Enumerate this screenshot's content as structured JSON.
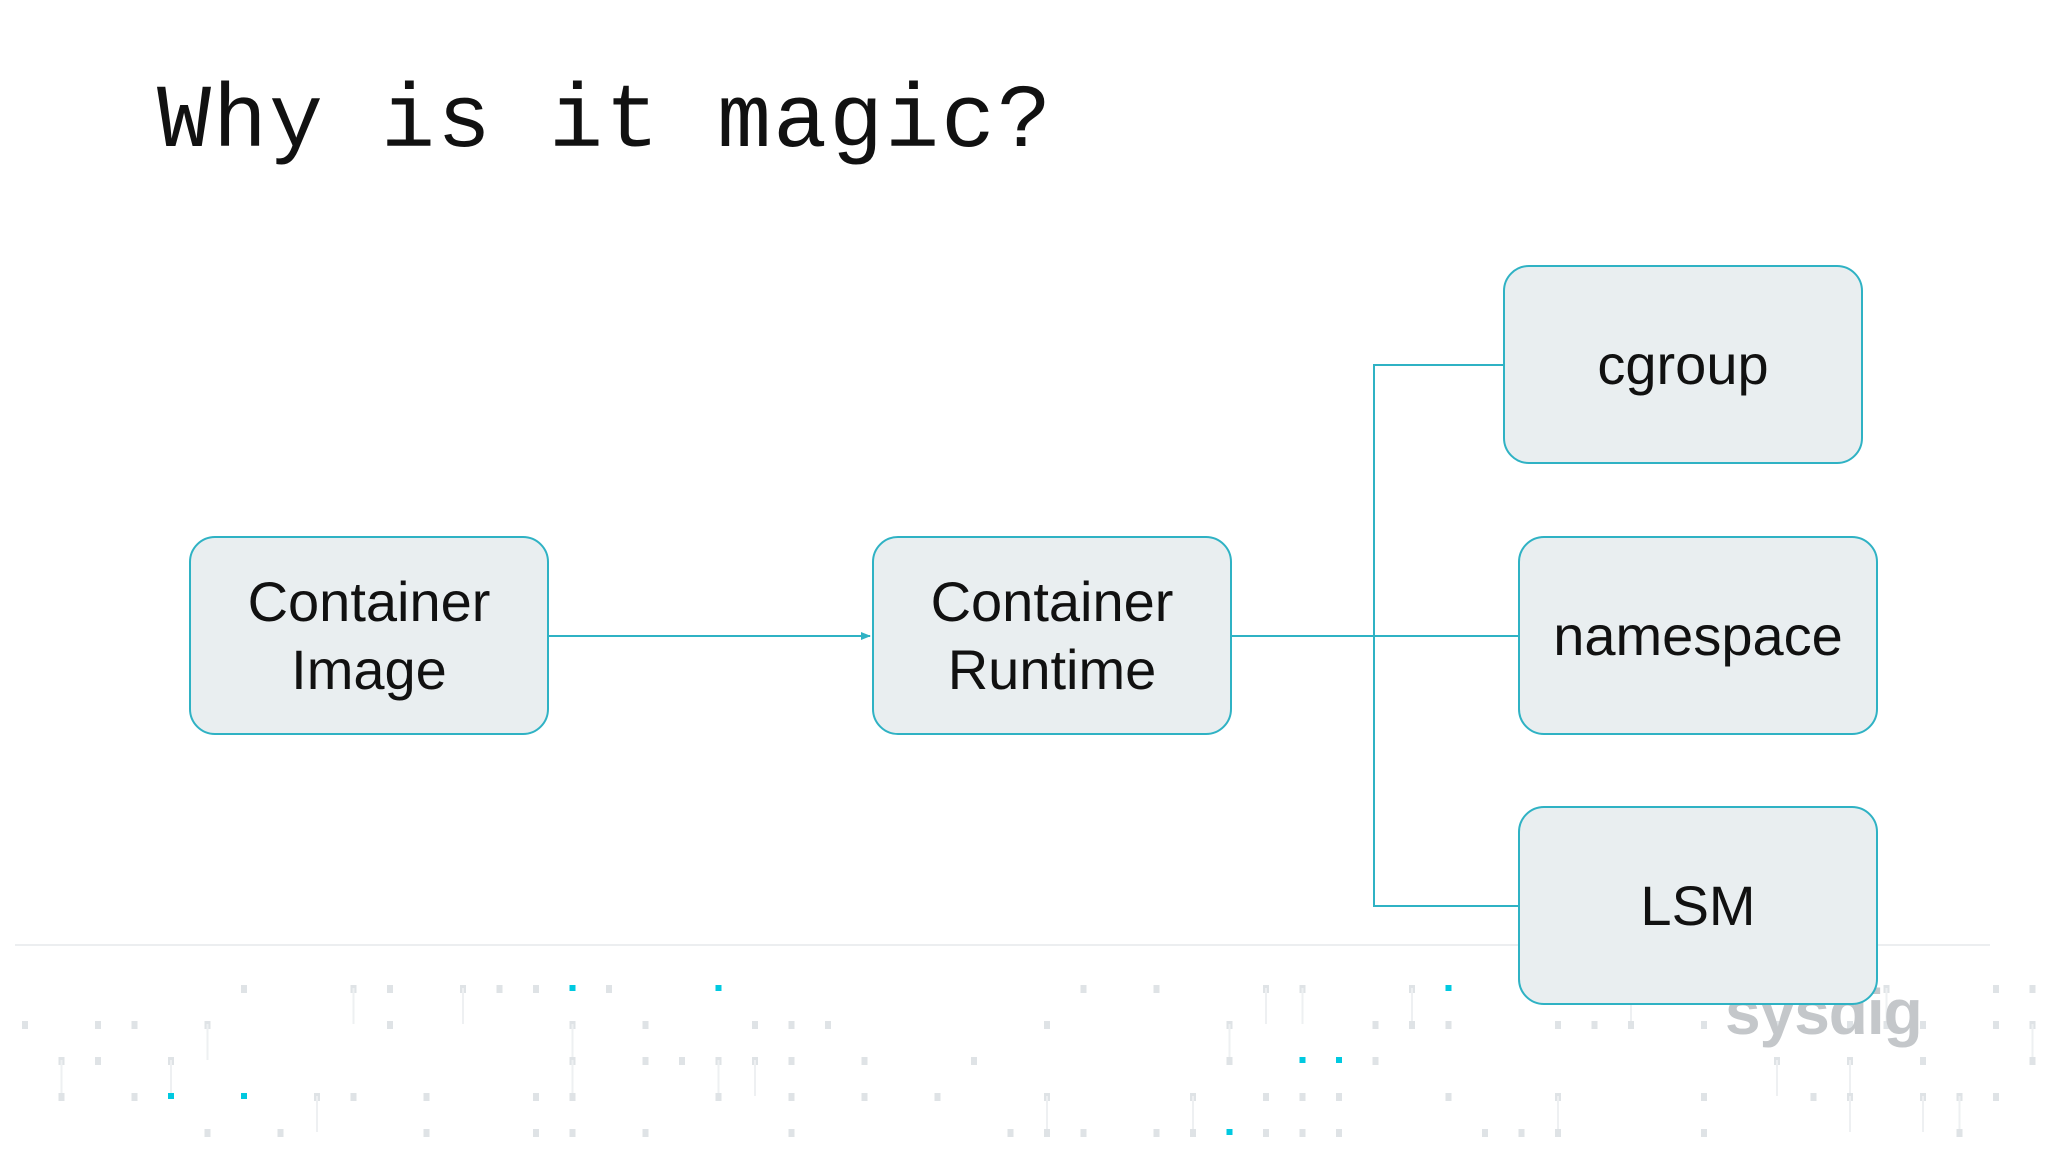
{
  "slide": {
    "title": "Why is it magic?"
  },
  "diagram": {
    "nodes": {
      "container_image": "Container\nImage",
      "container_runtime": "Container\nRuntime",
      "cgroup": "cgroup",
      "namespace": "namespace",
      "lsm": "LSM"
    },
    "edges": [
      {
        "from": "container_image",
        "to": "container_runtime",
        "arrow": true
      },
      {
        "from": "container_runtime",
        "to": "cgroup",
        "arrow": false
      },
      {
        "from": "container_runtime",
        "to": "namespace",
        "arrow": false
      },
      {
        "from": "container_runtime",
        "to": "lsm",
        "arrow": false
      }
    ]
  },
  "footer": {
    "logo_text": "sysdig"
  },
  "colors": {
    "accent": "#2fb2c4",
    "box_fill": "#e9eef0",
    "footer_dots": "#dfe3e6",
    "footer_accent": "#00c9e0"
  }
}
